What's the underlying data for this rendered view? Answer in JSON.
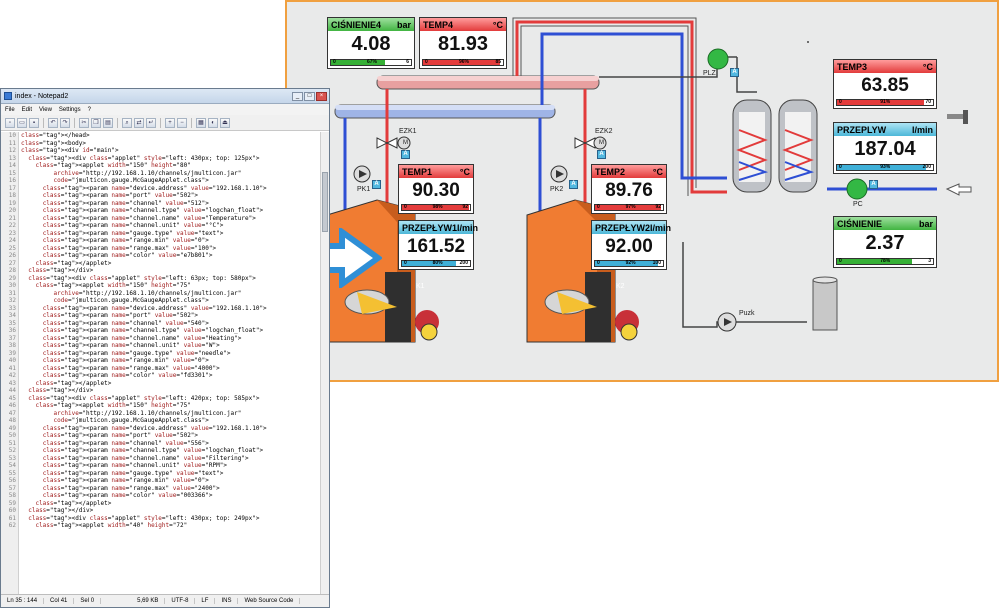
{
  "notepad": {
    "title": "index - Notepad2",
    "menu": [
      "File",
      "Edit",
      "View",
      "Settings",
      "?"
    ],
    "toolbar_icons": [
      "new-icon",
      "open-icon",
      "save-icon",
      "undo-icon",
      "redo-icon",
      "cut-icon",
      "copy-icon",
      "paste-icon",
      "find-icon",
      "replace-icon",
      "wrap-icon",
      "zoom-in-icon",
      "zoom-out-icon",
      "view-icon",
      "scheme-icon",
      "exit-icon"
    ],
    "line_start": 10,
    "code_lines": [
      "</head>",
      "<body>",
      "<div id=\"main\">",
      "  <div class=\"applet\" style=\"left: 430px; top: 125px\">",
      "    <applet width=\"150\" height=\"80\"",
      "         archive=\"http://192.168.1.10/channels/jmulticon.jar\"",
      "         code=\"jmulticon.gauge.McGaugeApplet.class\">",
      "      <param name=\"device.address\" value=\"192.168.1.10\">",
      "      <param name=\"port\" value=\"502\">",
      "      <param name=\"channel\" value=\"512\">",
      "      <param name=\"channel.type\" value=\"logchan_float\">",
      "      <param name=\"channel.name\" value=\"Temperature\">",
      "      <param name=\"channel.unit\" value=\"°C\">",
      "      <param name=\"gauge.type\" value=\"text\">",
      "      <param name=\"range.min\" value=\"0\">",
      "      <param name=\"range.max\" value=\"100\">",
      "      <param name=\"color\" value=\"e7b801\">",
      "    </applet>",
      "  </div>",
      "  <div class=\"applet\" style=\"left: 63px; top: 580px\">",
      "    <applet width=\"150\" height=\"75\"",
      "         archive=\"http://192.168.1.10/channels/jmulticon.jar\"",
      "         code=\"jmulticon.gauge.McGaugeApplet.class\">",
      "      <param name=\"device.address\" value=\"192.168.1.10\">",
      "      <param name=\"port\" value=\"502\">",
      "      <param name=\"channel\" value=\"540\">",
      "      <param name=\"channel.type\" value=\"logchan_float\">",
      "      <param name=\"channel.name\" value=\"Heating\">",
      "      <param name=\"channel.unit\" value=\"W\">",
      "      <param name=\"gauge.type\" value=\"needle\">",
      "      <param name=\"range.min\" value=\"0\">",
      "      <param name=\"range.max\" value=\"4000\">",
      "      <param name=\"color\" value=\"fd3301\">",
      "    </applet>",
      "  </div>",
      "  <div class=\"applet\" style=\"left: 420px; top: 585px\">",
      "    <applet width=\"150\" height=\"75\"",
      "         archive=\"http://192.168.1.10/channels/jmulticon.jar\"",
      "         code=\"jmulticon.gauge.McGaugeApplet.class\">",
      "      <param name=\"device.address\" value=\"192.168.1.10\">",
      "      <param name=\"port\" value=\"502\">",
      "      <param name=\"channel\" value=\"556\">",
      "      <param name=\"channel.type\" value=\"logchan_float\">",
      "      <param name=\"channel.name\" value=\"Filtering\">",
      "      <param name=\"channel.unit\" value=\"RPM\">",
      "      <param name=\"gauge.type\" value=\"text\">",
      "      <param name=\"range.min\" value=\"0\">",
      "      <param name=\"range.max\" value=\"2400\">",
      "      <param name=\"color\" value=\"003366\">",
      "    </applet>",
      "  </div>",
      "  <div class=\"applet\" style=\"left: 430px; top: 249px\">",
      "    <applet width=\"40\" height=\"72\""
    ],
    "status": {
      "position": "Ln 35 : 144",
      "column": "Col 41",
      "selection": "Sel 0",
      "size": "5,69 KB",
      "encoding": "UTF-8",
      "eol": "LF",
      "mode": "INS",
      "scheme": "Web Source Code"
    }
  },
  "scada": {
    "gauges": [
      {
        "id": "cisnienie4",
        "label": "CIŚNIENIE4",
        "unit": "bar",
        "value": "4.08",
        "min": "0",
        "pct": "67%",
        "max": "6",
        "fraction": 0.67,
        "style": "green"
      },
      {
        "id": "temp4",
        "label": "TEMP4",
        "unit": "°C",
        "value": "81.93",
        "min": "0",
        "pct": "96%",
        "max": "85",
        "fraction": 0.96,
        "style": "red"
      },
      {
        "id": "temp3",
        "label": "TEMP3",
        "unit": "°C",
        "value": "63.85",
        "min": "0",
        "pct": "91%",
        "max": "70",
        "fraction": 0.91,
        "style": "red"
      },
      {
        "id": "przeplyw",
        "label": "PRZEPLYW",
        "unit": "l/min",
        "value": "187.04",
        "min": "0",
        "pct": "93%",
        "max": "200",
        "fraction": 0.93,
        "style": "blue"
      },
      {
        "id": "temp1",
        "label": "TEMP1",
        "unit": "°C",
        "value": "90.30",
        "min": "0",
        "pct": "98%",
        "max": "92",
        "fraction": 0.98,
        "style": "red"
      },
      {
        "id": "temp2",
        "label": "TEMP2",
        "unit": "°C",
        "value": "89.76",
        "min": "0",
        "pct": "97%",
        "max": "92",
        "fraction": 0.97,
        "style": "red"
      },
      {
        "id": "przeplyw1",
        "label": "PRZEPŁYW1",
        "unit": "l/min",
        "value": "161.52",
        "min": "0",
        "pct": "80%",
        "max": "200",
        "fraction": 0.8,
        "style": "blue"
      },
      {
        "id": "przeplyw2",
        "label": "PRZEPŁYW2",
        "unit": "l/min",
        "value": "92.00",
        "min": "0",
        "pct": "92%",
        "max": "100",
        "fraction": 0.92,
        "style": "blue"
      },
      {
        "id": "cisnienie",
        "label": "CIŚNIENIE",
        "unit": "bar",
        "value": "2.37",
        "min": "0",
        "pct": "78%",
        "max": "3",
        "fraction": 0.78,
        "style": "green"
      }
    ],
    "labels": {
      "ezk1": "EZK1",
      "ezk2": "EZK2",
      "pk1": "PK1",
      "pk2": "PK2",
      "plz": "PLZ",
      "pc": "PC",
      "puzk": "Puzk",
      "k1": "K1",
      "k2": "K2",
      "m": "M",
      "a": "A"
    },
    "colors": {
      "hot_pipe": "#e23b3b",
      "cold_pipe": "#2e4fd4",
      "boiler": "#f07c32",
      "pump": "#33b844",
      "frame": "#f0a040"
    }
  },
  "arrow": {
    "direction": "right",
    "color": "#2f8fd6"
  }
}
